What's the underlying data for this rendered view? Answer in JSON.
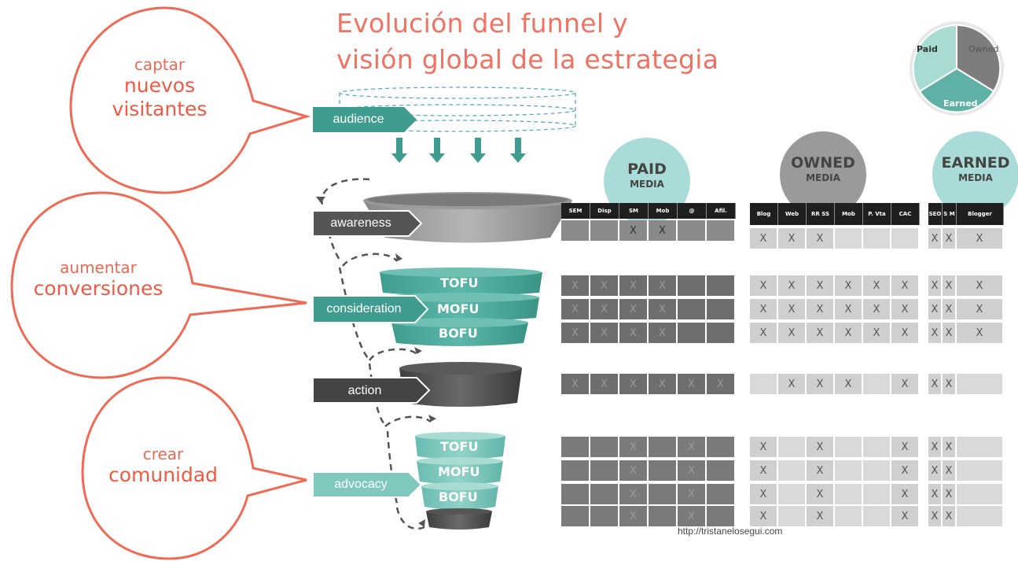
{
  "title": {
    "line1": "Evolución del funnel y",
    "line2": "visión global de la estrategia"
  },
  "bubbles": [
    {
      "small": "captar",
      "line2": "nuevos",
      "line3": "visitantes"
    },
    {
      "small": "aumentar",
      "line2": "conversiones"
    },
    {
      "small": "crear",
      "line2": "comunidad"
    }
  ],
  "stages": {
    "audience": "audience",
    "awareness": "awareness",
    "consideration": "consideration",
    "action": "action",
    "advocacy": "advocacy"
  },
  "funnel_labels": {
    "tofu": "TOFU",
    "mofu": "MOFU",
    "bofu": "BOFU"
  },
  "pie": {
    "paid": "Paid",
    "owned": "Owned",
    "earned": "Earned"
  },
  "media": {
    "paid": {
      "title": "PAID",
      "sub": "MEDIA",
      "columns": [
        "SEM",
        "Disp",
        "SM",
        "Mob",
        "@",
        "Afil."
      ]
    },
    "owned": {
      "title": "OWNED",
      "sub": "MEDIA",
      "columns": [
        "Blog",
        "Web",
        "RR SS",
        "Mob",
        "P. Vta",
        "CAC"
      ]
    },
    "earned": {
      "title": "EARNED",
      "sub": "MEDIA",
      "columns": [
        "SEO",
        "S M",
        "Blogger"
      ]
    }
  },
  "grid": {
    "mark": "X",
    "rows": [
      {
        "stage": "awareness",
        "paid": [
          0,
          0,
          1,
          1,
          0,
          0
        ],
        "owned": [
          1,
          1,
          1,
          0,
          0,
          0
        ],
        "earned": [
          1,
          1,
          1
        ]
      },
      {
        "stage": "consideration-tofu",
        "paid": [
          1,
          1,
          1,
          1,
          0,
          0
        ],
        "owned": [
          1,
          1,
          1,
          1,
          1,
          1
        ],
        "earned": [
          1,
          1,
          1
        ]
      },
      {
        "stage": "consideration-mofu",
        "paid": [
          1,
          1,
          1,
          1,
          0,
          0
        ],
        "owned": [
          1,
          1,
          1,
          1,
          1,
          1
        ],
        "earned": [
          1,
          1,
          1
        ]
      },
      {
        "stage": "consideration-bofu",
        "paid": [
          1,
          1,
          1,
          1,
          0,
          0
        ],
        "owned": [
          1,
          1,
          1,
          1,
          1,
          1
        ],
        "earned": [
          1,
          1,
          1
        ]
      },
      {
        "stage": "action",
        "paid": [
          1,
          1,
          1,
          1,
          1,
          1
        ],
        "owned": [
          0,
          1,
          1,
          1,
          0,
          1
        ],
        "earned": [
          1,
          1,
          0
        ]
      },
      {
        "stage": "advocacy-tofu",
        "paid": [
          0,
          0,
          1,
          0,
          1,
          0
        ],
        "owned": [
          1,
          0,
          1,
          0,
          0,
          1
        ],
        "earned": [
          1,
          1,
          0
        ]
      },
      {
        "stage": "advocacy-mofu",
        "paid": [
          0,
          0,
          1,
          0,
          1,
          0
        ],
        "owned": [
          1,
          0,
          1,
          0,
          0,
          1
        ],
        "earned": [
          1,
          1,
          0
        ]
      },
      {
        "stage": "advocacy-bofu",
        "paid": [
          0,
          0,
          1,
          0,
          1,
          0
        ],
        "owned": [
          1,
          0,
          1,
          0,
          0,
          1
        ],
        "earned": [
          1,
          1,
          0
        ]
      },
      {
        "stage": "advocacy-base",
        "paid": [
          0,
          0,
          1,
          0,
          1,
          0
        ],
        "owned": [
          1,
          0,
          1,
          0,
          0,
          1
        ],
        "earned": [
          1,
          1,
          0
        ]
      }
    ]
  },
  "footer": "http://tristanelosegui.com",
  "colors": {
    "accent": "#ef6a55",
    "teal": "#4aa89a",
    "teal_light": "#7fc8bd",
    "dark": "#555555",
    "paid_cell": "#6b6b6b",
    "owned_cell": "#c8c8c8",
    "earned_cell": "#c8c8c8"
  }
}
